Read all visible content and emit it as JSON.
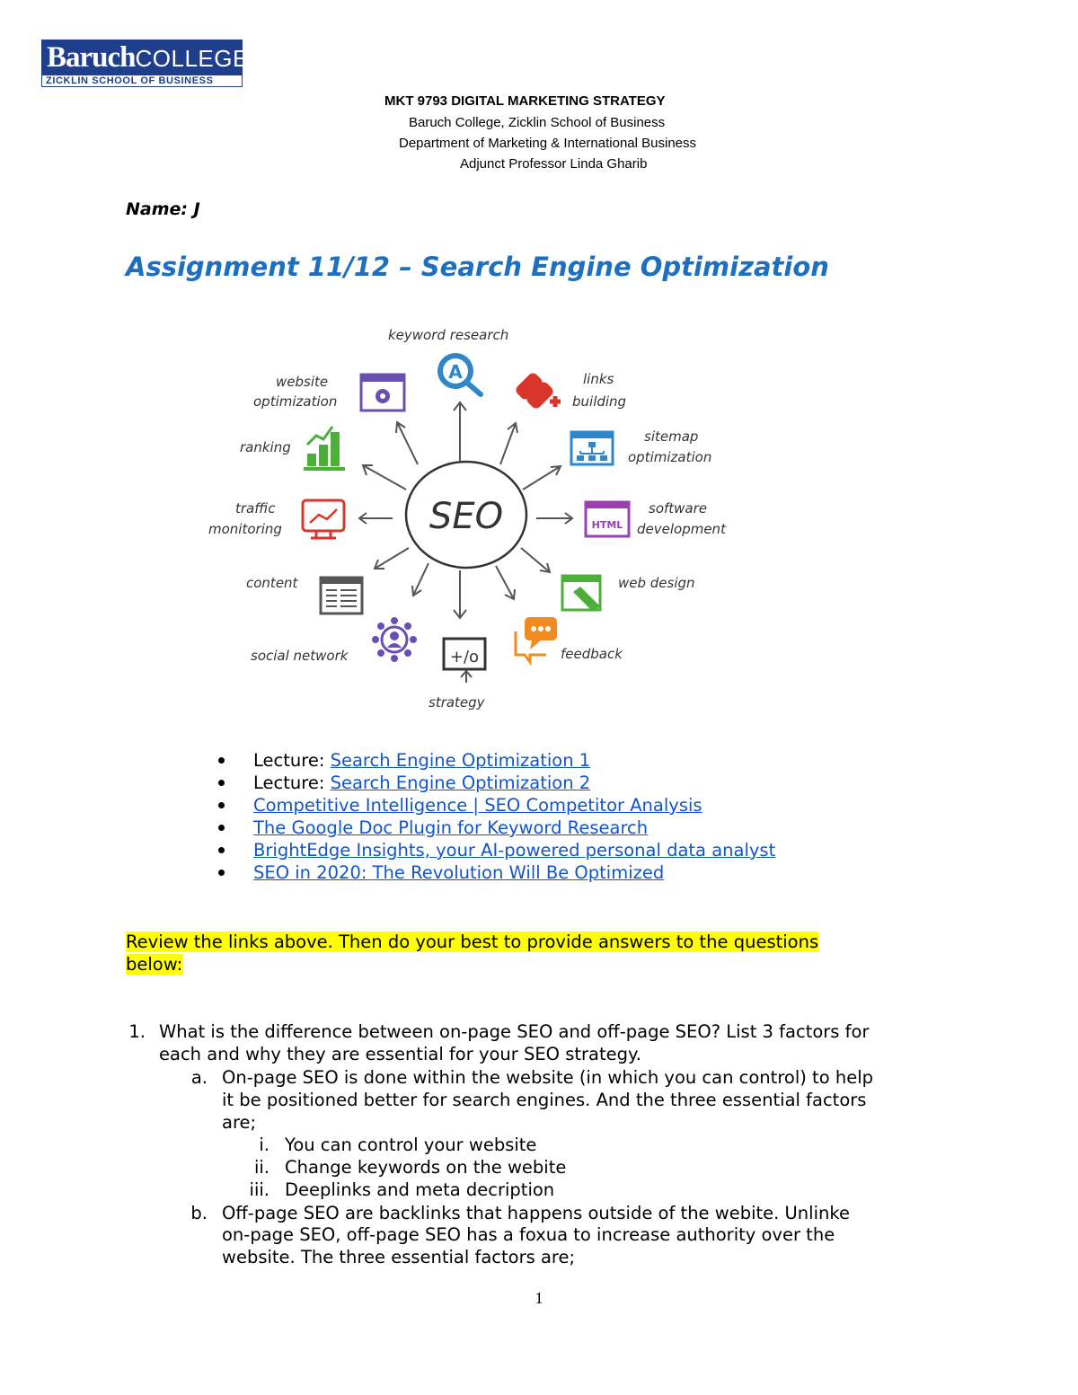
{
  "logo": {
    "line1_a": "Baruch",
    "line1_b": "COLLEGE",
    "line2": "ZICKLIN SCHOOL OF BUSINESS"
  },
  "header": {
    "course": "MKT 9793 DIGITAL MARKETING STRATEGY",
    "college": "Baruch College, Zicklin School of Business",
    "department": "Department of Marketing & International Business",
    "professor": "Adjunct Professor Linda Gharib"
  },
  "name_line": "Name: J",
  "title": "Assignment 11/12 – Search Engine Optimization",
  "diagram": {
    "center": "SEO",
    "labels": {
      "keyword_research": "keyword research",
      "links": "links",
      "building": "building",
      "website": "website",
      "optimization_web": "optimization",
      "sitemap": "sitemap",
      "optimization_site": "optimization",
      "ranking": "ranking",
      "traffic": "traffic",
      "monitoring": "monitoring",
      "software": "software",
      "development": "development",
      "content": "content",
      "web_design": "web design",
      "social_network": "social network",
      "feedback": "feedback",
      "strategy": "strategy",
      "html_icon_text": "HTML"
    },
    "colors": {
      "purple": "#6a4fb3",
      "blue": "#2f86c9",
      "red": "#d9352b",
      "green": "#4caf3a",
      "orange": "#f18a21",
      "violet": "#9b3fb0",
      "gray": "#555555"
    }
  },
  "links": [
    {
      "prefix": "Lecture: ",
      "text": "Search Engine Optimization 1"
    },
    {
      "prefix": "Lecture: ",
      "text": "Search Engine Optimization 2"
    },
    {
      "prefix": "",
      "text": "Competitive Intelligence | SEO Competitor Analysis"
    },
    {
      "prefix": "",
      "text": "The Google Doc Plugin for Keyword Research"
    },
    {
      "prefix": "",
      "text": "BrightEdge Insights, your AI-powered personal data analyst"
    },
    {
      "prefix": "",
      "text": "SEO in 2020: The Revolution Will Be Optimized"
    }
  ],
  "instructions": {
    "line1": "Review the links above. Then do your best to provide answers to the questions",
    "line2": "below:"
  },
  "questions": {
    "q1_number": "1.",
    "q1_line1": "What is the difference between on-page SEO and off-page SEO? List 3 factors for",
    "q1_line2": "each and why they are essential for your SEO strategy.",
    "a_label": "a.",
    "a_line1": "On-page SEO is done within the website (in which you can control) to help",
    "a_line2": "it be positioned better for search engines. And the three essential factors",
    "a_line3": "are;",
    "sub_i_label": "i.",
    "sub_i": "You can control your website",
    "sub_ii_label": "ii.",
    "sub_ii": "Change keywords on the webite",
    "sub_iii_label": "iii.",
    "sub_iii": "Deeplinks and meta decription",
    "b_label": "b.",
    "b_line1": "Off-page SEO are backlinks that happens outside of the webite. Unlinke",
    "b_line2": "on-page SEO, off-page SEO has a foxua to increase authority over the",
    "b_line3": "website. The three essential factors are;"
  },
  "page_number": "1"
}
